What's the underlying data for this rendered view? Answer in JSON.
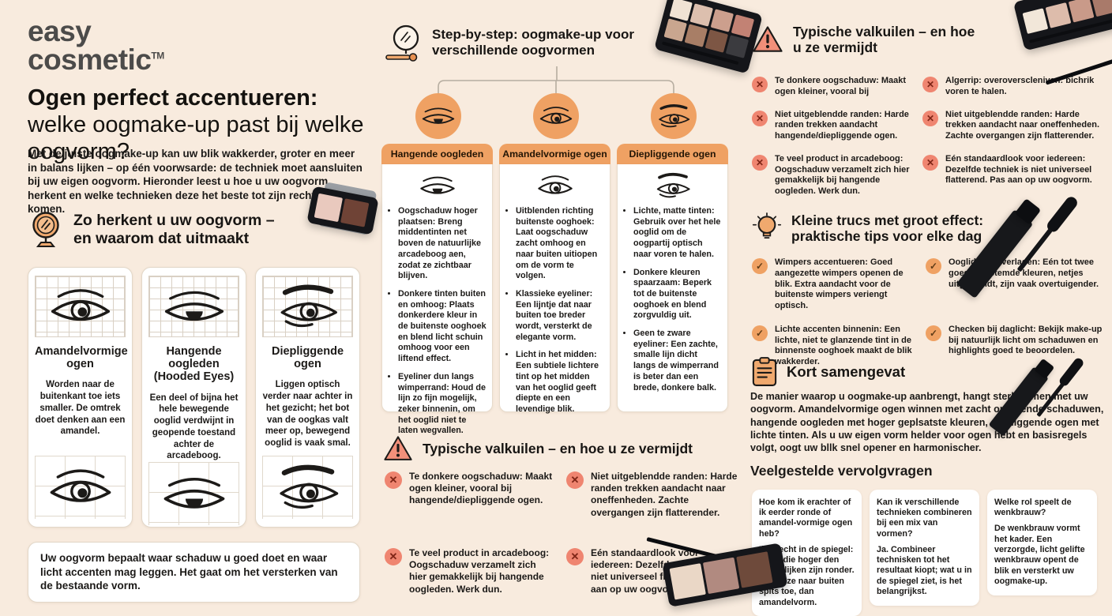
{
  "colors": {
    "background": "#f8ebde",
    "accent_orange": "#efa163",
    "warning_salmon": "#ef8570",
    "text_dark": "#1c1a18",
    "logo_gray": "#4c4b4a"
  },
  "logo": {
    "line1": "easy",
    "line2": "cosmetic",
    "tm": "TM"
  },
  "intro": {
    "title_bold": "Ogen perfect accentueren:",
    "title_rest": " welke oogmake-up past bij welke oogvorm?",
    "paragraph": "Met de juiste oogmake-up kan uw blik wakkerder, groter en meer in balans lijken – op één voorwsarde: de techniek moet aansluiten bij uw eigen oogvorm. Hieronder leest u hoe u uw oogvorm herkent en welke technieken deze het beste tot zijn recht laten komen."
  },
  "recognize": {
    "heading_line1": "Zo herkent u uw oogvorm –",
    "heading_line2": "en waarom dat uitmaakt",
    "cards": [
      {
        "title": "Amandelvormige ogen",
        "desc": "Worden naar de buitenkant toe iets smaller. De omtrek doet denken aan een amandel."
      },
      {
        "title": "Hangende oogleden (Hooded Eyes)",
        "desc": "Een deel of bijna het hele bewegende ooglid verdwijnt in geopende toestand achter de arcadeboog."
      },
      {
        "title": "Diepliggende ogen",
        "desc": "Liggen optisch verder naar achter in het gezicht; het bot van de oogkas valt meer op, bewegend ooglid is vaak smal."
      }
    ],
    "note": "Uw oogvorm bepaalt waar schaduw u goed doet en waar licht accenten mag leggen. Het gaat om het versterken van de bestaande vorm."
  },
  "steps": {
    "heading_line1": "Step-by-step: oogmake-up voor",
    "heading_line2": "verschillende oogvormen",
    "columns": [
      {
        "title": "Hangende oogleden",
        "bullets": [
          {
            "bold": "Oogschaduw hoger plaatsen:",
            "rest": " Breng middentinten net boven de natuurlijke arcadeboog aen, zodat ze zichtbaar blijven."
          },
          {
            "bold": "Donkere tinten buiten en omhoog:",
            "rest": " Plaats donkerdere kleur in de buitenste ooghoek en blend licht schuin omhoog voor een liftend effect."
          },
          {
            "bold": "Eyeliner dun langs wimperrand:",
            "rest": " Houd de lijn zo fijn mogelijk, zeker binnenin, om het ooglid niet te laten wegvallen."
          }
        ]
      },
      {
        "title": "Amandelvormige ogen",
        "bullets": [
          {
            "bold": "Uitblenden richting buitenste ooghoek:",
            "rest": " Laat oogschaduw zacht omhoog en naar buiten uitiopen om de vorm te volgen."
          },
          {
            "bold": "Klassieke eyeliner:",
            "rest": " Een lijntje dat naar buiten toe breder wordt, versterkt de elegante vorm."
          },
          {
            "bold": "Licht in het midden:",
            "rest": " Een subtiele lichtere tint op het midden van het ooglid geeft diepte en een levendige blik."
          }
        ]
      },
      {
        "title": "Diepliggende ogen",
        "bullets": [
          {
            "bold": "Lichte, matte tinten:",
            "rest": " Gebruik over het hele ooglid om de oogpartij optisch naar voren te halen."
          },
          {
            "bold": "Donkere kleuren spaarzaam:",
            "rest": " Beperk tot de buitenste ooghoek en blend zorgvuldig uit."
          },
          {
            "bold": "Geen te zware eyeliner:",
            "rest": " Een zachte, smalle lijn dicht langs de wimperrand is beter dan een brede, donkere balk."
          }
        ]
      }
    ]
  },
  "pitfalls_mid": {
    "heading": "Typische valkuilen – en hoe u ze vermijdt",
    "items": [
      {
        "bold": "Te donkere oogschaduw:",
        "rest": " Maakt ogen kleiner, vooral bij hangende/diepliggende ogen."
      },
      {
        "bold": "Niet uitgeblendde randen:",
        "rest": " Harde randen trekken aandacht naar oneffenheden. Zachte overgangen zijn flatterender."
      },
      {
        "bold": "Te veel product in arcadeboog:",
        "rest": " Oogschaduw verzamelt zich hier gemakkelijk bij hangende oogleden. Werk dun."
      },
      {
        "bold": "Eén standaardlook voor iedereen:",
        "rest": " Dezelfde techniek is niet universeel flatterend. Pas aan op uw oogvorm."
      }
    ]
  },
  "pitfalls_right": {
    "heading_line1": "Typische valkuilen – en hoe",
    "heading_line2": "u ze vermijdt",
    "items": [
      {
        "bold": "Te donkere oogschaduw:",
        "rest": " Maakt ogen kleiner, vooral bij"
      },
      {
        "bold": "Niet uitgeblendde randen:",
        "rest": " Harde randen trekken aandacht hangende/diepliggende ogen."
      },
      {
        "bold": "Te veel product in arcadeboog:",
        "rest": " Oogschaduw verzamelt zich hier gemakkelijk bij hangende oogleden. Werk dun."
      },
      {
        "bold": "Algerrip: overoverscleniven:",
        "rest": " bichrik voren te halen."
      },
      {
        "bold": "Niet uitgeblendde randen:",
        "rest": " Harde trekken aandacht naar oneffenheden. Zachte overgangen zijn flatterender."
      },
      {
        "bold": "Eén standaardlook voor iedereen:",
        "rest": " Dezelfde techniek is niet universeel flatterend. Pas aan op uw oogvorm."
      }
    ]
  },
  "tips": {
    "heading_line1": "Kleine trucs met groot effect:",
    "heading_line2": "praktische tips voor elke dag",
    "items": [
      {
        "bold": "Wimpers accentueren:",
        "rest": " Goed aangezette wimpers openen de blik. Extra aandacht voor de buitenste wimpers veriengt optisch."
      },
      {
        "bold": "Ooglid niet overladen:",
        "rest": " Eén tot twee goed afgestemde kleuren, netjes uitgeblendt, zijn vaak overtuigender."
      },
      {
        "bold": "Lichte accenten binnenin:",
        "rest": " Een lichte, niet te glanzende tint in de binnenste ooghoek maakt de blik wakkerder."
      },
      {
        "bold": "Checken bij daglicht:",
        "rest": " Bekijk make-up bij natuurlijk licht om schaduwen en highlights goed te beoordelen."
      }
    ]
  },
  "summary": {
    "heading": "Kort samengevat",
    "paragraph": "De manier waarop u oogmake-up aanbrengt, hangt sterk samen met uw oogvorm. Amandelvormige ogen winnen met zacht oplopende schaduwen, hangende oogleden met hoger geplsatste kleuren, diepliggende ogen met lichte tinten. Als u uw eigen vorm helder voor ogen hebt en basisregels volgt, oogt uw bllk snel opener en harmonischer."
  },
  "faq": {
    "heading": "Veelgestelde vervolgvragen",
    "cards": [
      {
        "q": "Hoe kom ik erachter of ik eerder ronde of amandel-vormige ogen heb?",
        "a": "Ilijk recht in de spiegel: Ogen die hoger den breed lijken zijn ronder. Lopen ze naar buiten spits toe, dan amandelvorm."
      },
      {
        "q": "Kan ik verschillende technieken combineren bij een mix van vormen?",
        "a": "Ja. Combineer technisken tot het resultaat kiopt; wat u in de spiegel ziet, is het belangrijkst."
      },
      {
        "q": "Welke rol speelt de wenkbrauw?",
        "a": "De wenkbrauw vormt het kader. Een verzorgde, licht gelifte wenkbrauw opent de blik en versterkt uw oogmake-up."
      }
    ]
  }
}
